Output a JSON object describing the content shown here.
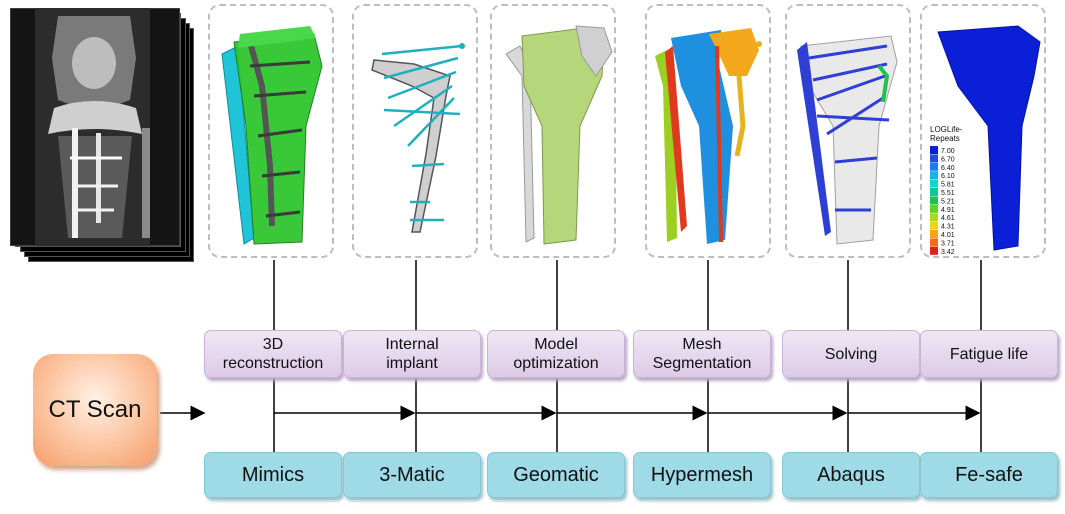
{
  "ct_scan_label": "CT Scan",
  "steps": [
    {
      "label": "3D\nreconstruction",
      "tool": "Mimics"
    },
    {
      "label": "Internal\nimplant",
      "tool": "3-Matic"
    },
    {
      "label": "Model\noptimization",
      "tool": "Geomatic"
    },
    {
      "label": "Mesh\nSegmentation",
      "tool": "Hypermesh"
    },
    {
      "label": "Solving",
      "tool": "Abaqus"
    },
    {
      "label": "Fatigue life",
      "tool": "Fe-safe"
    }
  ],
  "legend": {
    "title_line1": "LOGLife-",
    "title_line2": "Repeats",
    "values": [
      "7.00",
      "6.70",
      "6.40",
      "6.10",
      "5.81",
      "5.51",
      "5.21",
      "4.91",
      "4.61",
      "4.31",
      "4.01",
      "3.71",
      "3.42"
    ],
    "colors": [
      "#0a1fd6",
      "#1f4bf0",
      "#1e7cf2",
      "#19b2e8",
      "#12d6c8",
      "#10c79a",
      "#1ec24c",
      "#5fd12a",
      "#a8dc1e",
      "#f2d21b",
      "#f5a31a",
      "#f46a17",
      "#e3201b"
    ]
  },
  "colors": {
    "step_fill": "#e4d7ee",
    "tool_fill": "#9fdbe6",
    "ct_fill": "#f8b48a",
    "arrow": "#000000",
    "panel_border": "#bdbdbd"
  }
}
